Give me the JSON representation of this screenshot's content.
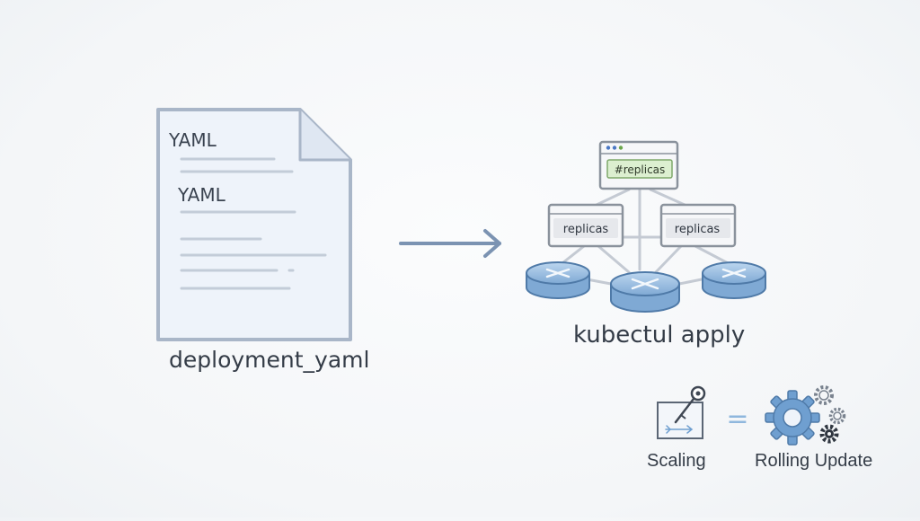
{
  "document": {
    "heading_1": "YAML",
    "heading_2": "YAML",
    "caption": "deployment_yaml"
  },
  "cluster": {
    "top_replica_label": "#replicas",
    "left_replica_label": "replicas",
    "right_replica_label": "replicas",
    "command_caption": "kubectul apply"
  },
  "legend": {
    "scaling_label": "Scaling",
    "equals_sign": "=",
    "rolling_update_label": "Rolling Update"
  },
  "colors": {
    "doc_border": "#a9b6c8",
    "doc_fill": "#eef3fa",
    "arrow": "#7b93b2",
    "top_replica_fill": "#dcefd0",
    "top_replica_border": "#7fa86a",
    "node_blue": "#8fb7dd",
    "gear_blue": "#6f9fd0"
  }
}
